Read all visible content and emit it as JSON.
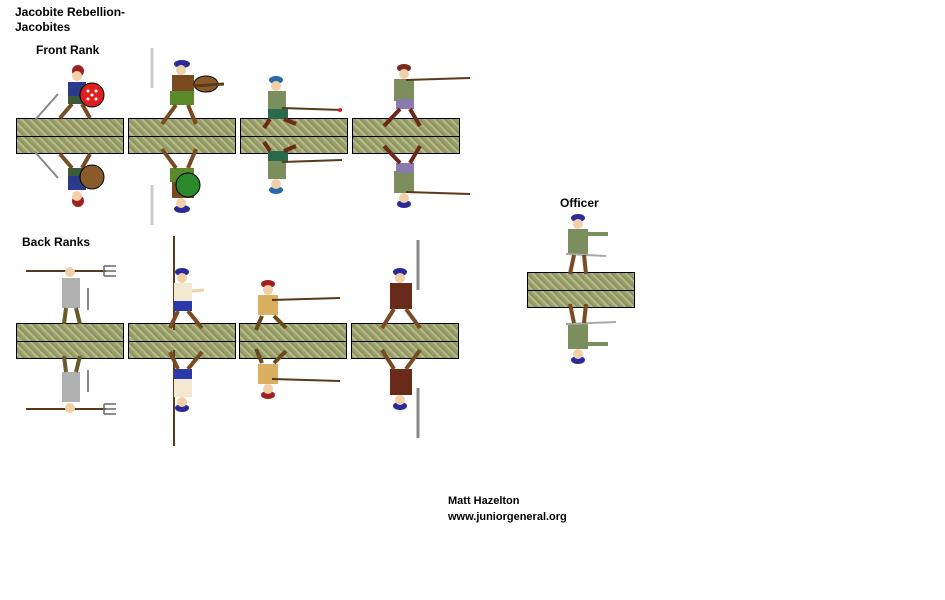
{
  "header": {
    "title_line1": "Jacobite Rebellion-",
    "title_line2": "Jacobites"
  },
  "sections": {
    "front_rank": "Front Rank",
    "back_ranks": "Back Ranks",
    "officer": "Officer"
  },
  "credits": {
    "author": "Matt Hazelton",
    "website": "www.juniorgeneral.org"
  },
  "colors": {
    "bonnet": "#2a2a9a",
    "tartan_green": "#5a8a2a",
    "coat_brown": "#7a4a20",
    "coat_olive": "#7b8f5e",
    "coat_grey": "#b0b0b0",
    "coat_maroon": "#6a2a1a",
    "coat_tan": "#d8b060",
    "skin": "#f0d0a8",
    "shield_red": "#e02020",
    "shield_green": "#2a8a2a",
    "base_green": "#9aa06a"
  },
  "figures": {
    "front": [
      "sword-and-targe-soldier",
      "musket-and-targe-soldier",
      "kneeling-musketeer",
      "firing-musketeer"
    ],
    "back": [
      "pitchfork-soldier",
      "pike-soldier",
      "kneeling-musketeer",
      "broadsword-soldier"
    ],
    "officer": "pointing-officer"
  }
}
